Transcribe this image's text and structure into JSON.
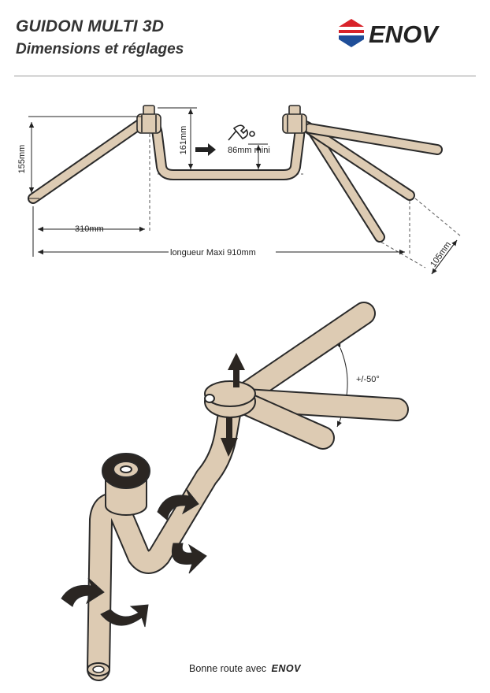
{
  "header": {
    "title": "GUIDON MULTI 3D",
    "subtitle": "Dimensions et réglages",
    "brand": "ENOV"
  },
  "dimensions": {
    "height_left": "155mm",
    "height_center": "161mm",
    "min_offset": "86mm mini",
    "half_width": "310mm",
    "total_length": "longueur Maxi 910mm",
    "end_offset": "105mm"
  },
  "adjustment": {
    "angle": "+/-50°"
  },
  "footer": {
    "text": "Bonne route avec",
    "brand": "ENOV"
  },
  "colors": {
    "tube": "#ddcbb3",
    "outline": "#2a2a2a",
    "arrow": "#2b2622",
    "logo_red": "#d8232a",
    "logo_blue": "#1f4e99"
  }
}
